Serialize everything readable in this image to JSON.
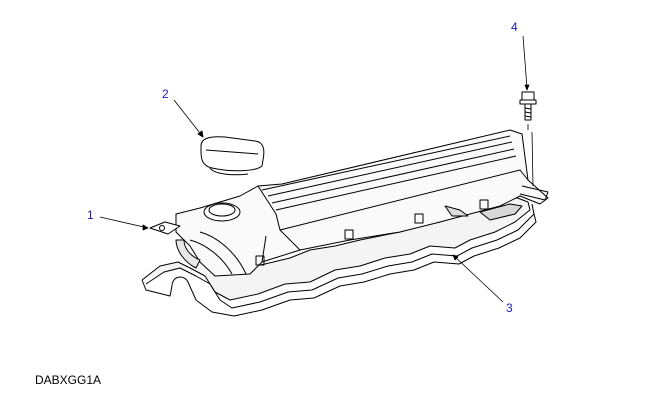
{
  "diagram": {
    "callouts": [
      {
        "label": "1"
      },
      {
        "label": "2"
      },
      {
        "label": "3"
      },
      {
        "label": "4"
      }
    ],
    "code": "DABXGG1A",
    "callout_color": "#1a1ab8"
  }
}
